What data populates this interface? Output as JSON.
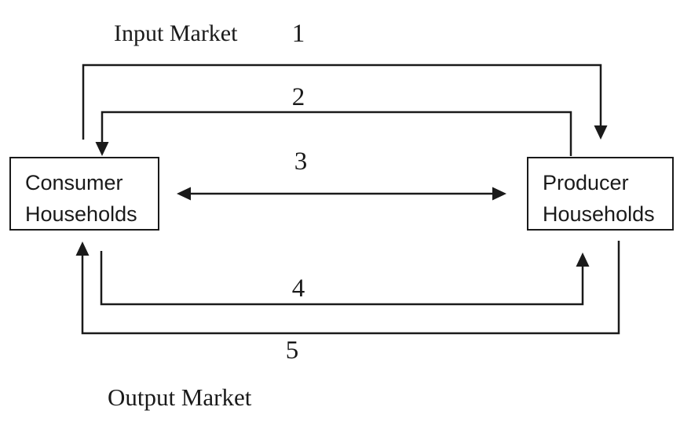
{
  "diagram": {
    "type": "circular-flow-diagram",
    "input_market_label": "Input Market",
    "output_market_label": "Output Market",
    "boxes": {
      "consumer": {
        "line1": "Consumer",
        "line2": "Households"
      },
      "producer": {
        "line1": "Producer",
        "line2": "Households"
      }
    },
    "flow_numbers": [
      "1",
      "2",
      "3",
      "4",
      "5"
    ],
    "flows": [
      {
        "number": "1",
        "market": "Input Market",
        "path": "from Consumer Households top, across top, arrow down toward Producer Households"
      },
      {
        "number": "2",
        "market": "Input Market",
        "path": "from Producer Households top, across, arrow down into Consumer Households"
      },
      {
        "number": "3",
        "market": "",
        "path": "double-headed horizontal arrow between Consumer Households and Producer Households"
      },
      {
        "number": "4",
        "market": "Output Market",
        "path": "from below Consumer Households, across bottom, arrow up toward Producer Households"
      },
      {
        "number": "5",
        "market": "Output Market",
        "path": "from below Producer Households, across bottom, arrow up toward Consumer Households"
      }
    ],
    "colors": {
      "background": "#ffffff",
      "line": "#1a1a1a",
      "text": "#1a1a1a"
    }
  }
}
